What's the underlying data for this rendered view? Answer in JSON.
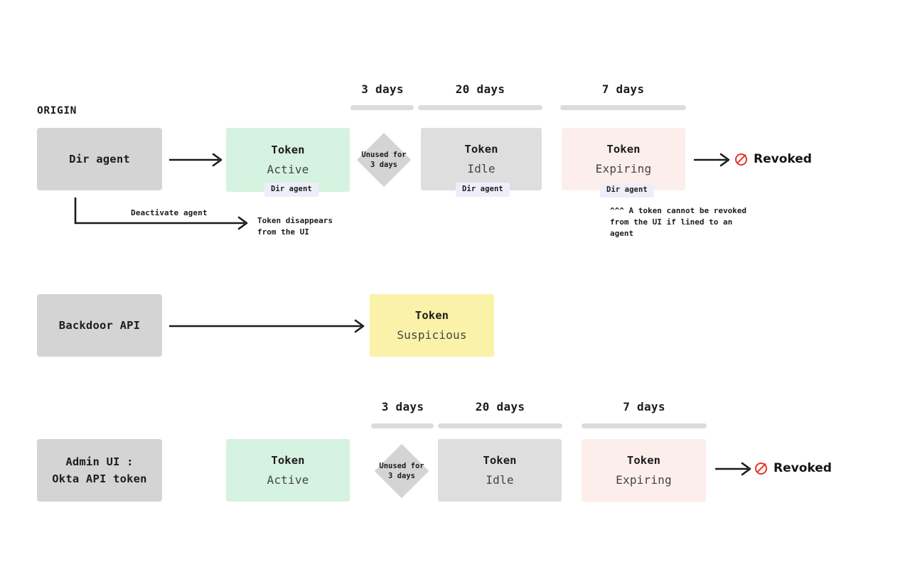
{
  "diagram": {
    "title_caption": "ORIGIN",
    "colors": {
      "origin_box": "#d4d4d4",
      "active_green": "#d6f2e0",
      "idle_gray": "#dedede",
      "expiring_pink": "#fceeea",
      "suspicious_yellow": "#faf2a8",
      "chip_lavender": "#eeeefa",
      "duration_bar": "#dcdcdc",
      "revoked_red": "#e8352a",
      "arrow_black": "#1a1a1a"
    }
  },
  "rows": [
    {
      "id": "dir-agent-row",
      "origin": {
        "label": "Dir agent"
      },
      "durations": [
        {
          "label": "3 days"
        },
        {
          "label": "20 days"
        },
        {
          "label": "7 days"
        }
      ],
      "gate": {
        "label": "Unused for\n3 days"
      },
      "states": [
        {
          "id": "active",
          "title": "Token",
          "status": "Active",
          "chip": "Dir agent"
        },
        {
          "id": "idle",
          "title": "Token",
          "status": "Idle",
          "chip": "Dir agent"
        },
        {
          "id": "expiring",
          "title": "Token",
          "status": "Expiring",
          "chip": "Dir agent"
        }
      ],
      "end_state": {
        "label": "Revoked",
        "icon": "prohibited-icon"
      },
      "note": "^^^ A token cannot be revoked\nfrom the UI if lined to an\nagent",
      "branch": {
        "edge_label": "Deactivate agent",
        "target": "Token disappears\nfrom the UI"
      }
    },
    {
      "id": "backdoor-api-row",
      "origin": {
        "label": "Backdoor API"
      },
      "states": [
        {
          "id": "suspicious",
          "title": "Token",
          "status": "Suspicious"
        }
      ]
    },
    {
      "id": "admin-ui-row",
      "origin": {
        "label": "Admin UI :\nOkta API token"
      },
      "durations": [
        {
          "label": "3 days"
        },
        {
          "label": "20 days"
        },
        {
          "label": "7 days"
        }
      ],
      "gate": {
        "label": "Unused for\n3 days"
      },
      "states": [
        {
          "id": "active",
          "title": "Token",
          "status": "Active"
        },
        {
          "id": "idle",
          "title": "Token",
          "status": "Idle"
        },
        {
          "id": "expiring",
          "title": "Token",
          "status": "Expiring"
        }
      ],
      "end_state": {
        "label": "Revoked",
        "icon": "prohibited-icon"
      }
    }
  ]
}
